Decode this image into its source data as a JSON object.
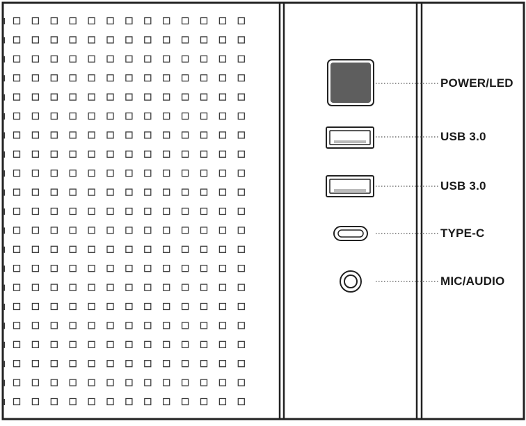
{
  "ports": [
    {
      "id": "power-led",
      "label": "POWER/LED",
      "icon": "power-button-icon"
    },
    {
      "id": "usb-1",
      "label": "USB 3.0",
      "icon": "usb-a-port-icon"
    },
    {
      "id": "usb-2",
      "label": "USB 3.0",
      "icon": "usb-a-port-icon"
    },
    {
      "id": "type-c",
      "label": "TYPE-C",
      "icon": "usb-c-port-icon"
    },
    {
      "id": "mic-audio",
      "label": "MIC/AUDIO",
      "icon": "audio-jack-icon"
    }
  ],
  "colors": {
    "line": "#2a2a2a",
    "power_fill": "#5e5e5e",
    "vent": "#3a3a3a",
    "leader": "#555555"
  }
}
